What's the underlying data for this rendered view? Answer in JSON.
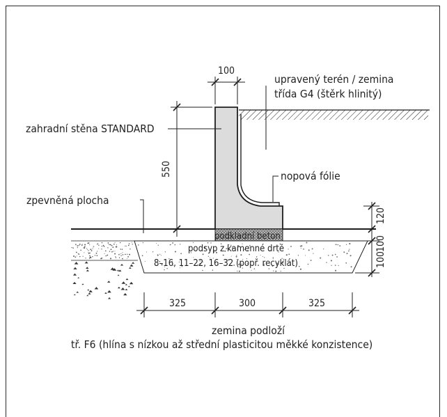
{
  "labels": {
    "wall": "zahradní stěna STANDARD",
    "terrain_line1": "upravený terén / zemina",
    "terrain_line2": "třída G4 (štěrk hlinitý)",
    "membrane": "nopová fólie",
    "paved": "zpevněná plocha",
    "base_concrete": "podkladní beton",
    "fill_line1": "podsyp z kamenné drtě",
    "fill_line2": "8–16, 11–22, 16–32 (popř. recyklát)",
    "subsoil_line1": "zemina podloží",
    "subsoil_line2": "tř. F6 (hlína s nízkou až střední plasticitou měkké konzistence)"
  },
  "dimensions": {
    "wall_top_width": "100",
    "wall_height": "550",
    "right_top": "120",
    "right_mid": "100",
    "right_bottom": "100",
    "bottom_left": "325",
    "bottom_center": "300",
    "bottom_right": "325"
  },
  "colors": {
    "line": "#1e1e1e",
    "wall_fill": "#dcdcdc",
    "concrete_fill": "#b9b9b9",
    "gravel_dot": "#6a6a6a"
  }
}
